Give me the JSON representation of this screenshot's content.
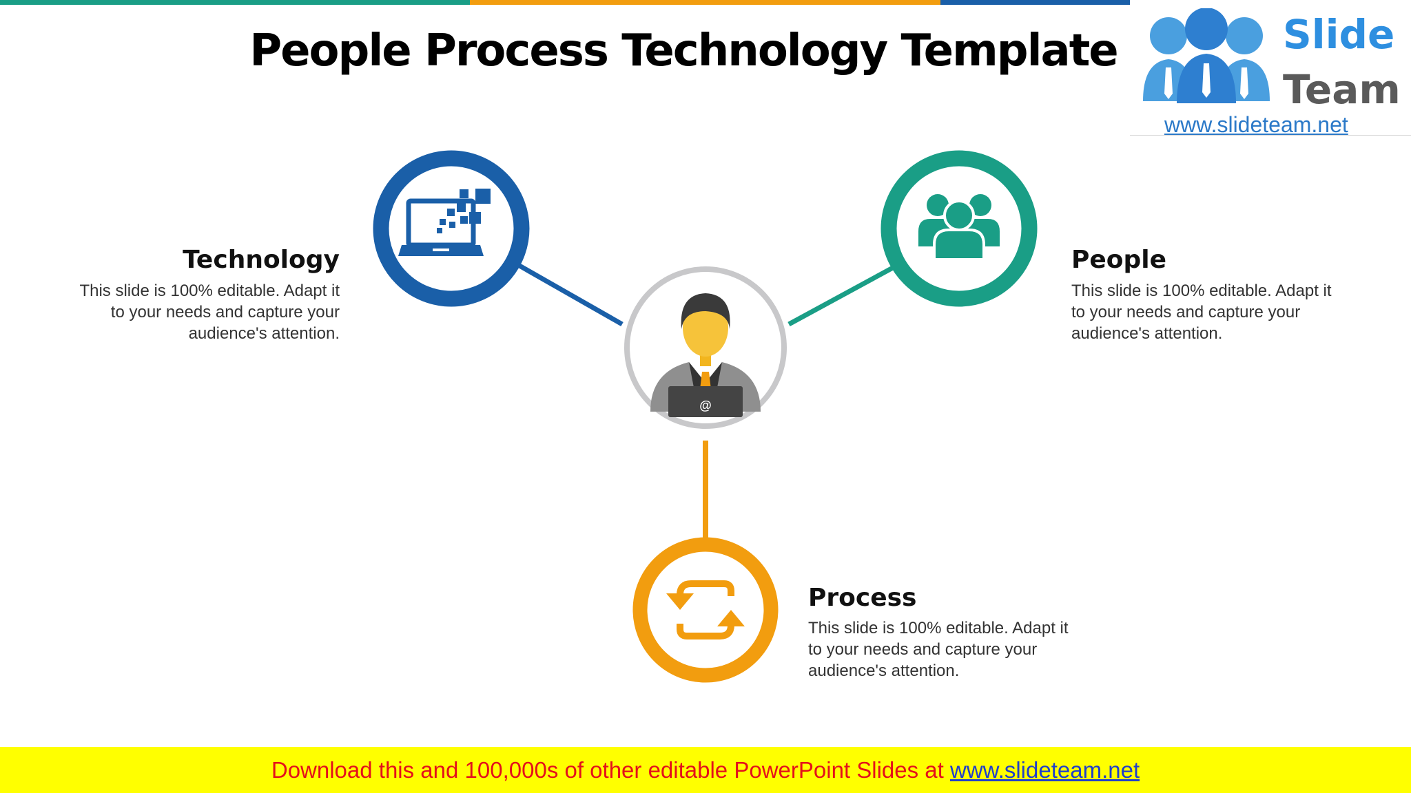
{
  "title": "People Process Technology Template g",
  "colors": {
    "technology": "#1a5fa8",
    "people": "#1a9e86",
    "process": "#f29d0f",
    "center_ring": "#c8c8ca",
    "footer_bg": "#ffff00",
    "footer_text": "#e4101b",
    "footer_link": "#1f3fcb"
  },
  "top_bar_colors": [
    "#1a9e86",
    "#f29d0f",
    "#1a5fa8",
    "#cfe0f1"
  ],
  "center": {
    "icon": "businessman-laptop-icon",
    "laptop_symbol": "@"
  },
  "items": [
    {
      "title": "Technology",
      "description": "This slide is 100% editable. Adapt it to your needs and capture your audience's attention.",
      "icon": "laptop-pixels-icon",
      "color": "#1a5fa8"
    },
    {
      "title": "People",
      "description": "This slide is 100% editable. Adapt it to your needs and capture your audience's attention.",
      "icon": "people-group-icon",
      "color": "#1a9e86"
    },
    {
      "title": "Process",
      "description": "This slide is 100% editable. Adapt it to your needs and capture your audience's attention.",
      "icon": "refresh-arrows-icon",
      "color": "#f29d0f"
    }
  ],
  "logo": {
    "word1": "Slide",
    "word2": "Team",
    "url": "www.slideteam.net",
    "icon": "three-people-icon"
  },
  "footer": {
    "text": "Download this and 100,000s of other editable PowerPoint Slides at ",
    "link": "www.slideteam.net"
  }
}
